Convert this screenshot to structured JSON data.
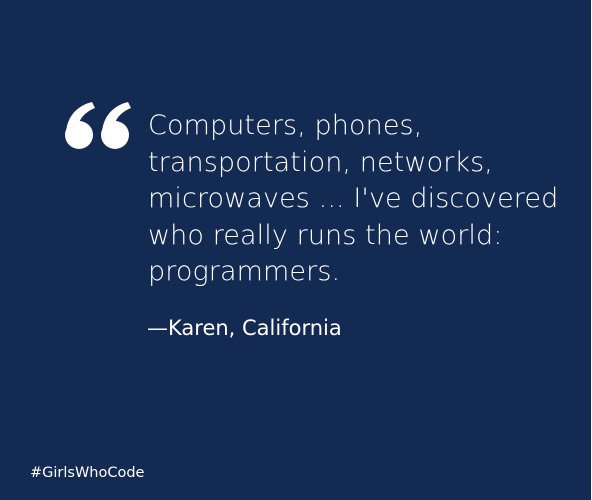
{
  "quote": {
    "lines": [
      "Computers, phones,",
      "transportation, networks,",
      "microwaves ... I've discovered",
      "who really runs the world:",
      "programmers."
    ],
    "attribution": "—Karen, California"
  },
  "footer": {
    "hashtag": "#GirlsWhoCode"
  },
  "colors": {
    "background": "#132a52",
    "text": "#ffffff"
  },
  "icons": {
    "quote_mark": "open-double-quote-icon"
  }
}
